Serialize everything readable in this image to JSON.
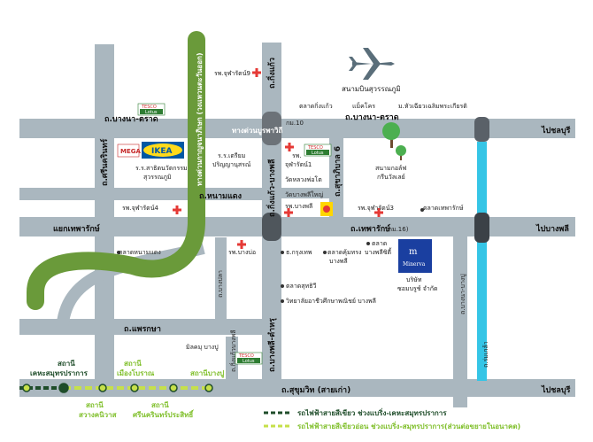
{
  "roads": {
    "bangna_trat_top": "ถ.บางนา-ตราด",
    "bangna_trat_right": "ถ.บางนา-ตราด",
    "km10": "กม.10",
    "km16": "(กม.16)",
    "hang_bangphli": "ทางด่วนบูรพาวิถี",
    "go_chonburi": "ไปชลบุรี",
    "go_bangphli": "ไปบางพลี",
    "king_kaew": "ถ.กิ่งแก้ว",
    "sri_nakarin": "ถ.ศรีนครินทร์",
    "kanchanaphisek": "ทางด่วนกาญจนาภิเษก (วงแหวนตะวันออก)",
    "thepharak_junction": "แยกเทพารักษ์",
    "thepharak": "ถ.เทพารักษ์",
    "nong_bon_daeng": "ถ.หนามแดง",
    "king_kaew_bangphli": "ถ.กิ่งแก้ว-บางพลี",
    "bangphli_samut": "ถ.บางพลี-ตำหรุ",
    "suksawat6": "ถ.สุขาภิบาล 6",
    "bangpla": "ถ.บางปลา",
    "phraek_sa": "ถ.แพรกษา",
    "sukhumvit": "ถ.สุขุมวิท (สายเก่า)",
    "kiri_nakorn": "ถ.กิ่งแก้วบางพลี",
    "thepharak_side": "ถ.เทพารักษ์",
    "teparak_cross": "ถ.บางนา-บางปู",
    "baphli_ring": "ถ.ร่มเกล้า"
  },
  "places": {
    "airport": "สนามบินสุวรรณภูมิ",
    "hospital9": "รพ.จุฬารัตน์9",
    "king_kaew_market": "ตลาดกิ่งแก้ว",
    "makro": "แม็คโคร",
    "mahajak": "ม.หัวเฉียวเฉลิมพระเกียรติ",
    "tesco1": "TESCO",
    "lotus": "Lotus",
    "mega": "MEGA",
    "ikea": "IKEA",
    "school1a": "ร.ร.สาธิตนวัตกรรม",
    "school1b": "สุวรรณภูมิ",
    "school2a": "ร.ร.เตรียม",
    "school2b": "ปริญญานุสรณ์",
    "hospital1a": "รพ.",
    "hospital1b": "จุฬารัตน์1",
    "golf_a": "สนามกอล์ฟ",
    "golf_b": "กรีนวัลเลย์",
    "wat_luang": "วัดหลวงพ่อโต",
    "bangphli_market": "วัดบางพลีใหญ่",
    "hospital_bangphli": "รพ.บางพลี",
    "hospital3": "รพ.จุฬารัตน์3",
    "hospital4": "รพ.จุฬารัตน์4",
    "thepharak_market": "ตลาดเทพารักษ์",
    "nong_bon_market": "ตลาดหนามแดง",
    "bang_bo_hospital": "รพ.บางบ่อ",
    "krungthep": "ธ.กรุงเทพ",
    "market2a": "ตลาดคุ้มทรง",
    "market2b": "บางพลี",
    "market3a": "ตลาด",
    "market3b": "บางพลีซิตี้",
    "company_a": "บริษัท",
    "company_b": "ซอมบรูช์ จำกัด",
    "logo_text": "Minerva",
    "suthep_market": "ตลาดสุทธิวี",
    "college": "วิทยาลัยอาชีวศึกษาพณิชย์ บางพลี",
    "mall_bangpu": "มิลคมุ บางปู",
    "tesco2": "TESCO",
    "lotus2": "Lotus"
  },
  "stations": {
    "kheha_a": "สถานี",
    "kheha_b": "เคหะสมุทรปราการ",
    "muang_a": "สถานี",
    "muang_b": "เมืองโบราณ",
    "bangpu_a": "สถานี",
    "bangpu_b": "สถานีบางปู",
    "sawang_a": "สถานี",
    "sawang_b": "สวางคนิวาส",
    "srinakarin_a": "สถานี",
    "srinakarin_b": "ศรีนครินทร์ประสิทธิ์"
  },
  "legend": {
    "dark_green": "รถไฟฟ้าสายสีเขียว ช่วงแบริ่ง-เคหะสมุทรปราการ",
    "light_green": "รถไฟฟ้าสายสีเขียวอ่อน ช่วงแบริ่ง-สมุทรปราการ(ส่วนต่อขยายในอนาคต)"
  },
  "colors": {
    "road": "#aab7bf",
    "highway_green": "#6a9a3a",
    "cyan": "#35c5e6",
    "tesco_green": "#2e7d32",
    "hospital_red": "#e53935",
    "dark_line": "#1f4d2a",
    "light_line": "#c6e04a",
    "airplane": "#5a6e7a",
    "logo_blue": "#1a3fa0"
  }
}
